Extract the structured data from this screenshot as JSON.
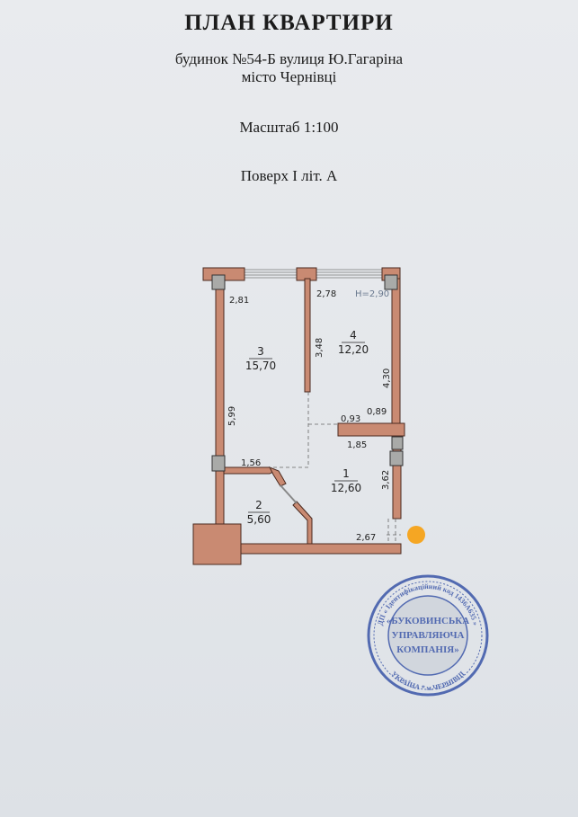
{
  "header": {
    "title": "ПЛАН КВАРТИРИ",
    "address_line1": "будинок №54-Б  вулиця Ю.Гагаріна",
    "address_line2": "місто Чернівці",
    "scale": "Масштаб 1:100",
    "floor": "Поверх І літ. А"
  },
  "plan": {
    "height_label": "H=2,90",
    "rooms": [
      {
        "number": "1",
        "area": "12,60"
      },
      {
        "number": "2",
        "area": "5,60"
      },
      {
        "number": "3",
        "area": "15,70"
      },
      {
        "number": "4",
        "area": "12,20"
      }
    ],
    "dimensions": {
      "d281": "2,81",
      "d278": "2,78",
      "d348": "3,48",
      "d430": "4,30",
      "d599": "5,99",
      "d093": "0,93",
      "d089": "0,89",
      "d185": "1,85",
      "d156": "1,56",
      "d362": "3,62",
      "d267": "2,67"
    },
    "colors": {
      "wall": "#c98a72",
      "marker": "#f5a623",
      "stamp": "#3a55a8"
    }
  },
  "stamp": {
    "outer_text": "ДП « Ідентифікаційний код 1436А635 »",
    "bottom_text": "УКРАЇНА * м.ЧЕРНІВЦІ",
    "center_line1": "«БУКОВИНСЬКА",
    "center_line2": "УПРАВЛЯЮЧА",
    "center_line3": "КОМПАНІЯ»"
  }
}
